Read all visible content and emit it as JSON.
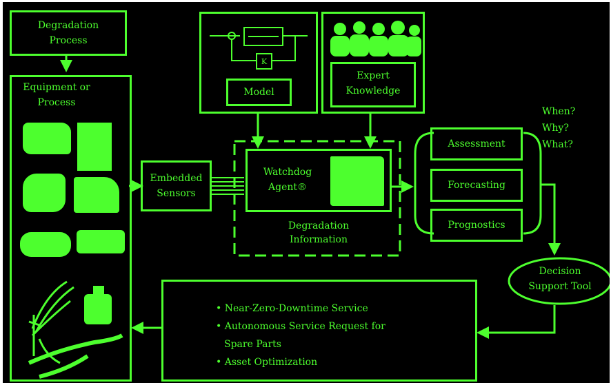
{
  "degradation_process": {
    "line1": "Degradation",
    "line2": "Process"
  },
  "equipment": {
    "line1": "Equipment or",
    "line2": "Process"
  },
  "embedded_sensors": {
    "line1": "Embedded",
    "line2": "Sensors"
  },
  "model": {
    "label": "Model",
    "block_label": "K"
  },
  "expert_knowledge": {
    "line1": "Expert",
    "line2": "Knowledge"
  },
  "watchdog": {
    "line1": "Watchdog",
    "line2": "Agent®"
  },
  "degradation_info": {
    "line1": "Degradation",
    "line2": "Information"
  },
  "assessment": "Assessment",
  "forecasting": "Forecasting",
  "prognostics": "Prognostics",
  "questions": {
    "q1": "When?",
    "q2": "Why?",
    "q3": "What?"
  },
  "decision": {
    "line1": "Decision",
    "line2": "Support Tool"
  },
  "outcomes": [
    "• Near-Zero-Downtime Service",
    "• Autonomous Service Request for",
    "Spare Parts",
    "• Asset Optimization"
  ],
  "colors": {
    "accent": "#4dff2e",
    "background": "#000000"
  }
}
